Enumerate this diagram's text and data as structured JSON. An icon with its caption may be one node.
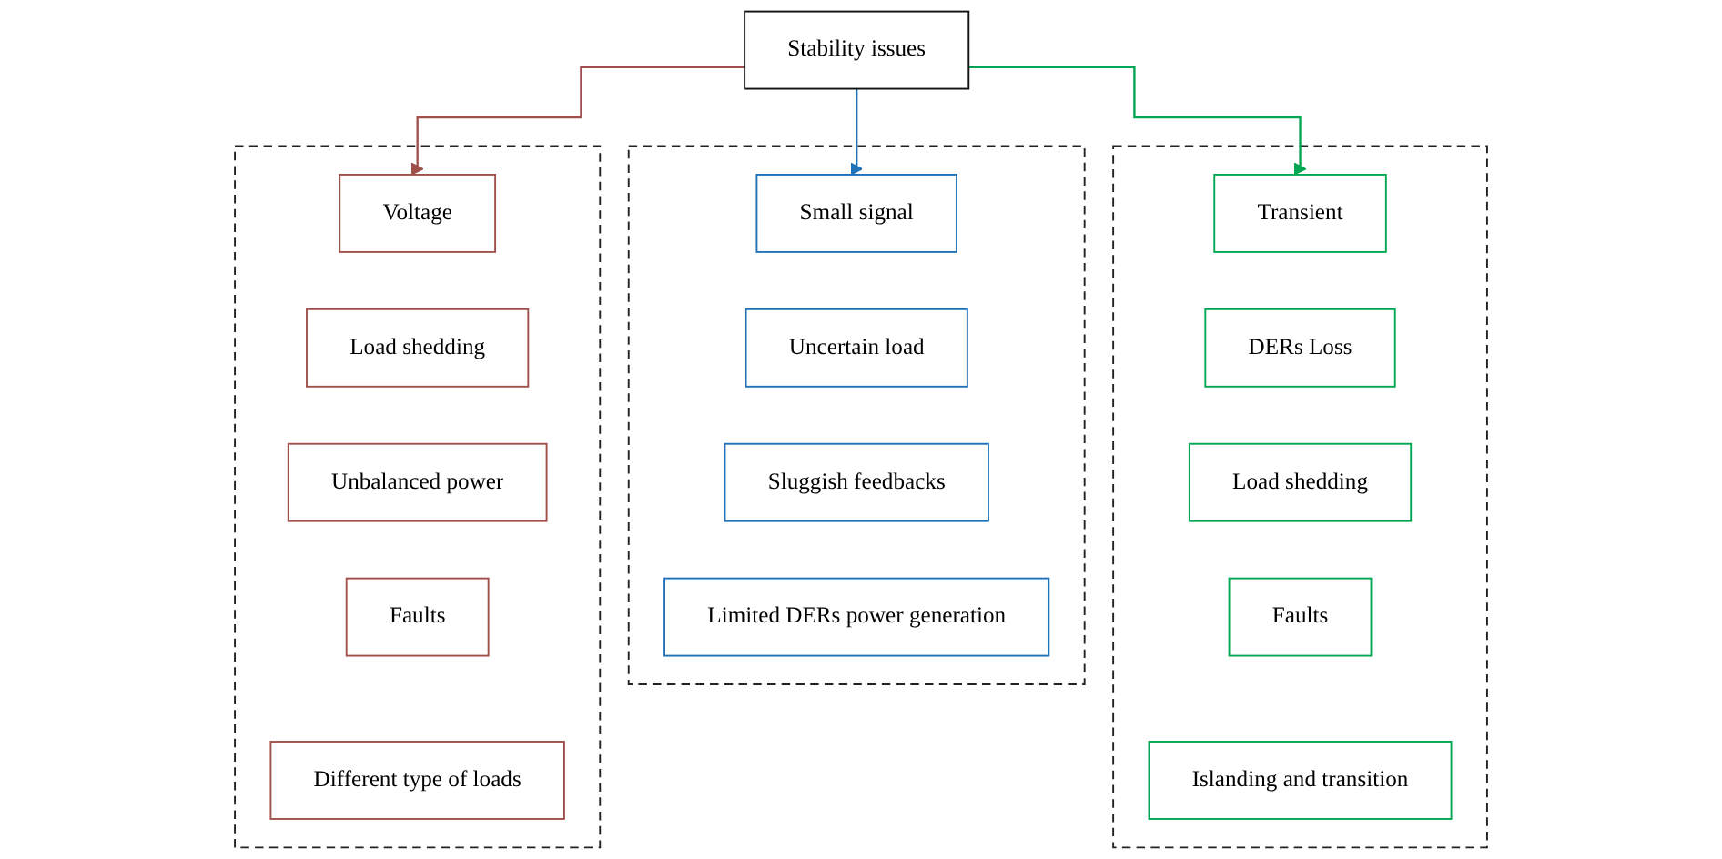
{
  "diagram": {
    "nodes": [
      {
        "text": [
          "Stability issues"
        ]
      },
      {
        "text": [],
        "shape": "box"
      },
      {
        "text": [
          "Small signal"
        ],
        "in": 1
      },
      {
        "text": [
          "Uncertain load"
        ],
        "in": 1
      },
      {
        "text": [
          "Sluggish feedbacks"
        ],
        "in": 1
      },
      {
        "text": [
          "Limited DERs power generation"
        ],
        "in": 1
      },
      {
        "text": [],
        "shape": "box"
      },
      {
        "text": [
          "Transient"
        ],
        "in": 6
      },
      {
        "text": [
          "DERs Loss"
        ],
        "in": 6
      },
      {
        "text": [
          "Load shedding"
        ],
        "in": 6
      },
      {
        "text": [
          "Faults"
        ],
        "in": 6
      },
      {
        "text": [
          "Islanding and transition"
        ],
        "in": 6
      },
      {
        "text": [],
        "shape": "box"
      },
      {
        "text": [
          "Voltage"
        ],
        "in": 12
      },
      {
        "text": [
          "Load shedding"
        ],
        "in": 12
      },
      {
        "text": [
          "Unbalanced power"
        ],
        "in": 12
      },
      {
        "text": [
          "Faults"
        ],
        "in": 12
      },
      {
        "text": [
          "Different type of loads"
        ],
        "in": 12
      }
    ],
    "edges": [
      {
        "from": 0,
        "to": 2,
        "arrow": "to",
        "color": "#1f72b8"
      },
      {
        "from": 0,
        "to": 7,
        "arrow": "to",
        "color": "#00a651"
      },
      {
        "from": 0,
        "to": 13,
        "arrow": "to",
        "color": "#a0504a"
      }
    ]
  }
}
